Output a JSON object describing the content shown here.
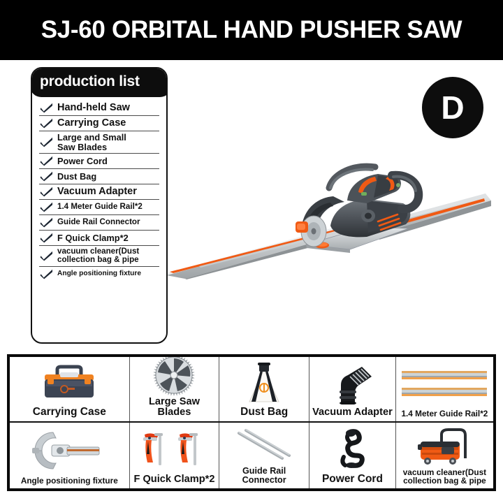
{
  "header": {
    "title": "SJ-60 ORBITAL HAND PUSHER SAW",
    "background_color": "#000000",
    "text_color": "#ffffff"
  },
  "badge": {
    "letter": "D",
    "background_color": "#0d0d0d",
    "text_color": "#ffffff"
  },
  "production_list": {
    "title": "production list",
    "items": [
      {
        "label": "Hand-held Saw",
        "size": "sz-15"
      },
      {
        "label": "Carrying Case",
        "size": "sz-15"
      },
      {
        "label": "Large and Small\nSaw Blades",
        "size": "sz-13"
      },
      {
        "label": "Power Cord",
        "size": "sz-13"
      },
      {
        "label": "Dust Bag",
        "size": "sz-13"
      },
      {
        "label": "Vacuum Adapter",
        "size": "sz-15"
      },
      {
        "label": "1.4 Meter Guide Rail*2",
        "size": "sz-12"
      },
      {
        "label": "Guide Rail  Connector",
        "size": "sz-12"
      },
      {
        "label": "F Quick Clamp*2",
        "size": "sz-13"
      },
      {
        "label": "vacuum cleaner(Dust\ncollection bag & pipe",
        "size": "sz-12"
      },
      {
        "label": "Angle positioning fixture",
        "size": "sz-10"
      }
    ]
  },
  "hero": {
    "name": "plunge saw on guide rail",
    "rail_color": "#c3c7c9",
    "accent_color": "#f05a14",
    "body_color": "#4a4f54"
  },
  "accessory_grid": {
    "rows": [
      [
        {
          "label": "Carrying Case",
          "icon": "toolbox-icon",
          "size": "lbl-16"
        },
        {
          "label": "Large Saw Blades",
          "icon": "saw-blade-icon",
          "size": "lbl-15"
        },
        {
          "label": "Dust Bag",
          "icon": "dust-bag-icon",
          "size": "lbl-16"
        },
        {
          "label": "Vacuum Adapter",
          "icon": "vacuum-adapter-icon",
          "size": "lbl-15"
        },
        {
          "label": "1.4 Meter Guide Rail*2",
          "icon": "guide-rail-icon",
          "size": "lbl-12"
        }
      ],
      [
        {
          "label": "Angle positioning fixture",
          "icon": "angle-fixture-icon",
          "size": "lbl-12"
        },
        {
          "label": "F Quick Clamp*2",
          "icon": "f-clamp-icon",
          "size": "lbl-15"
        },
        {
          "label": "Guide Rail  Connector",
          "icon": "rail-connector-icon",
          "size": "lbl-13"
        },
        {
          "label": "Power Cord",
          "icon": "power-cord-icon",
          "size": "lbl-16"
        },
        {
          "label": "vacuum cleaner(Dust\ncollection bag & pipe",
          "icon": "vacuum-cleaner-icon",
          "size": "lbl-12"
        }
      ]
    ]
  },
  "colors": {
    "accent_orange": "#f26522",
    "dark": "#0d0d0d",
    "metal": "#b9bdc0"
  }
}
